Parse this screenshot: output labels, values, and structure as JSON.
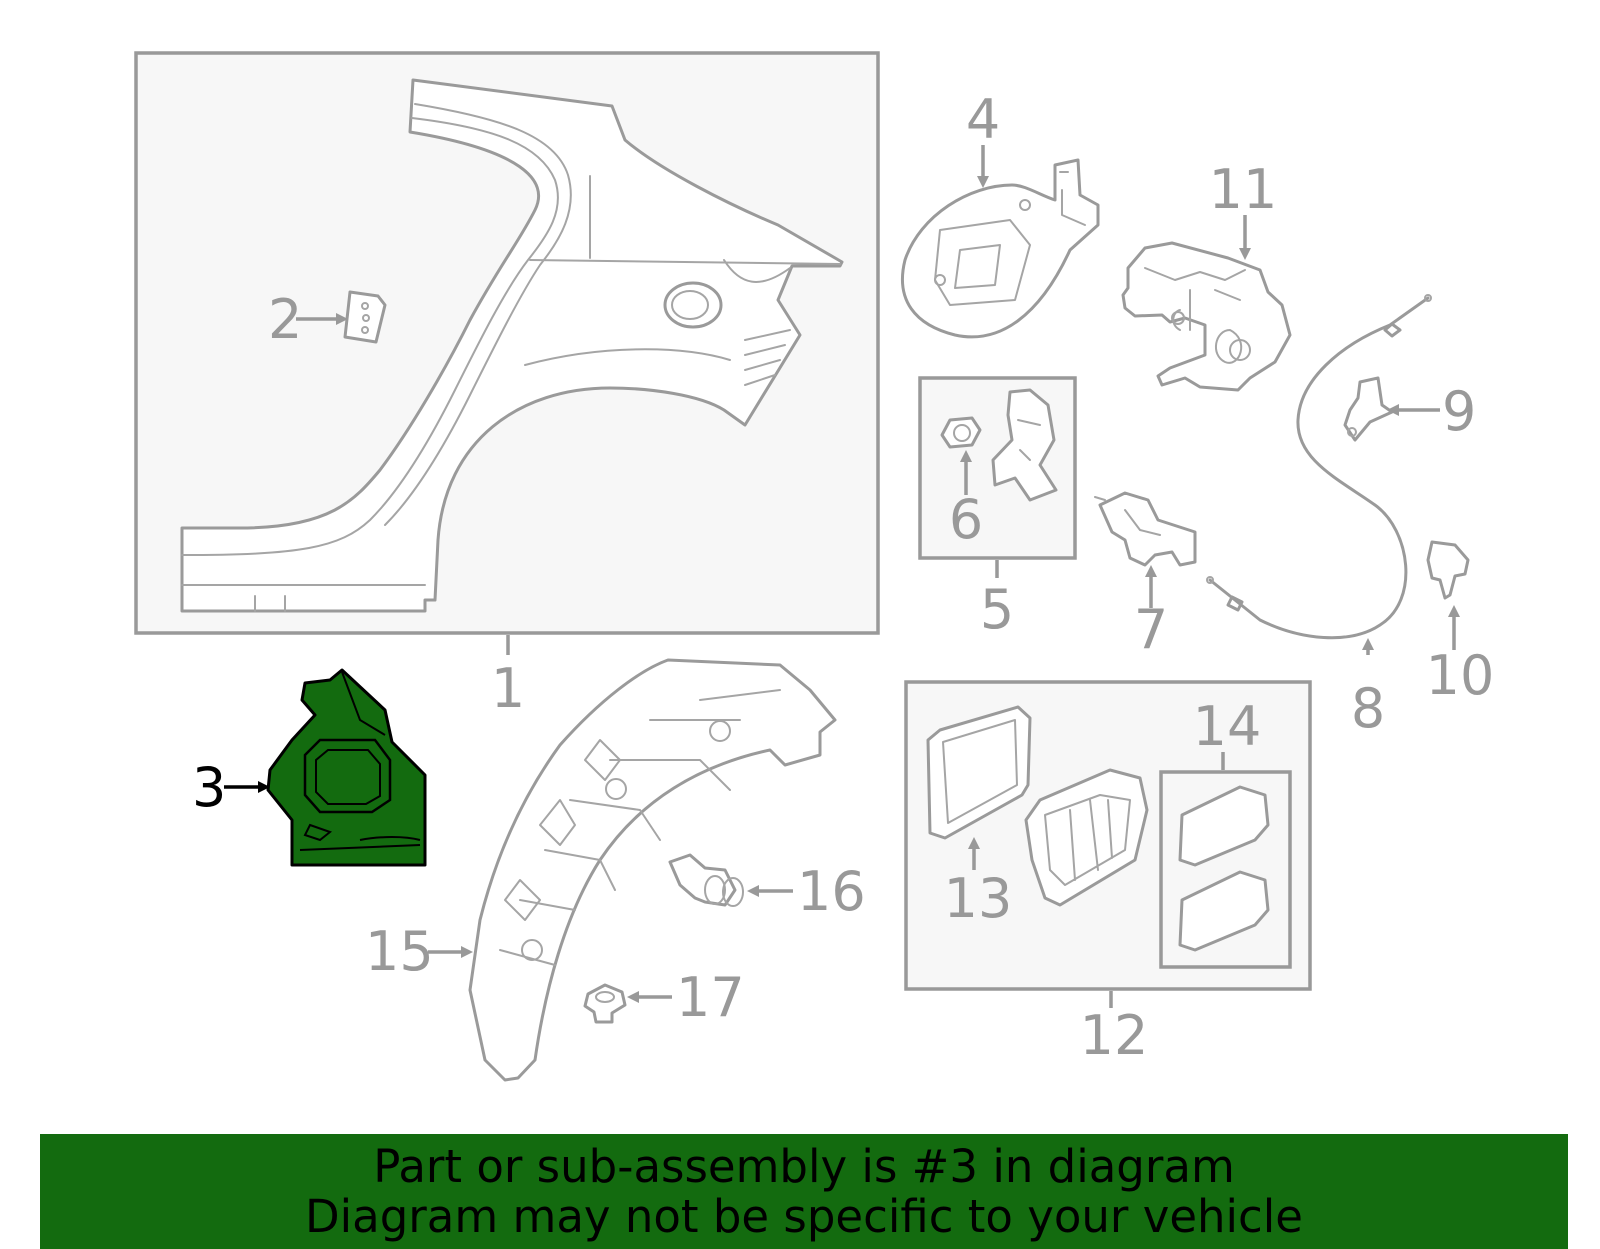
{
  "callouts": {
    "c1": "1",
    "c2": "2",
    "c3": "3",
    "c4": "4",
    "c5": "5",
    "c6": "6",
    "c7": "7",
    "c8": "8",
    "c9": "9",
    "c10": "10",
    "c11": "11",
    "c12": "12",
    "c13": "13",
    "c14": "14",
    "c15": "15",
    "c16": "16",
    "c17": "17"
  },
  "highlight": {
    "part": "3",
    "fill_color": "#136b0f"
  },
  "banner": {
    "line1": "Part or sub-assembly is #3 in diagram",
    "line2": "Diagram may not be specific to your vehicle",
    "background_color": "#136b0f"
  }
}
